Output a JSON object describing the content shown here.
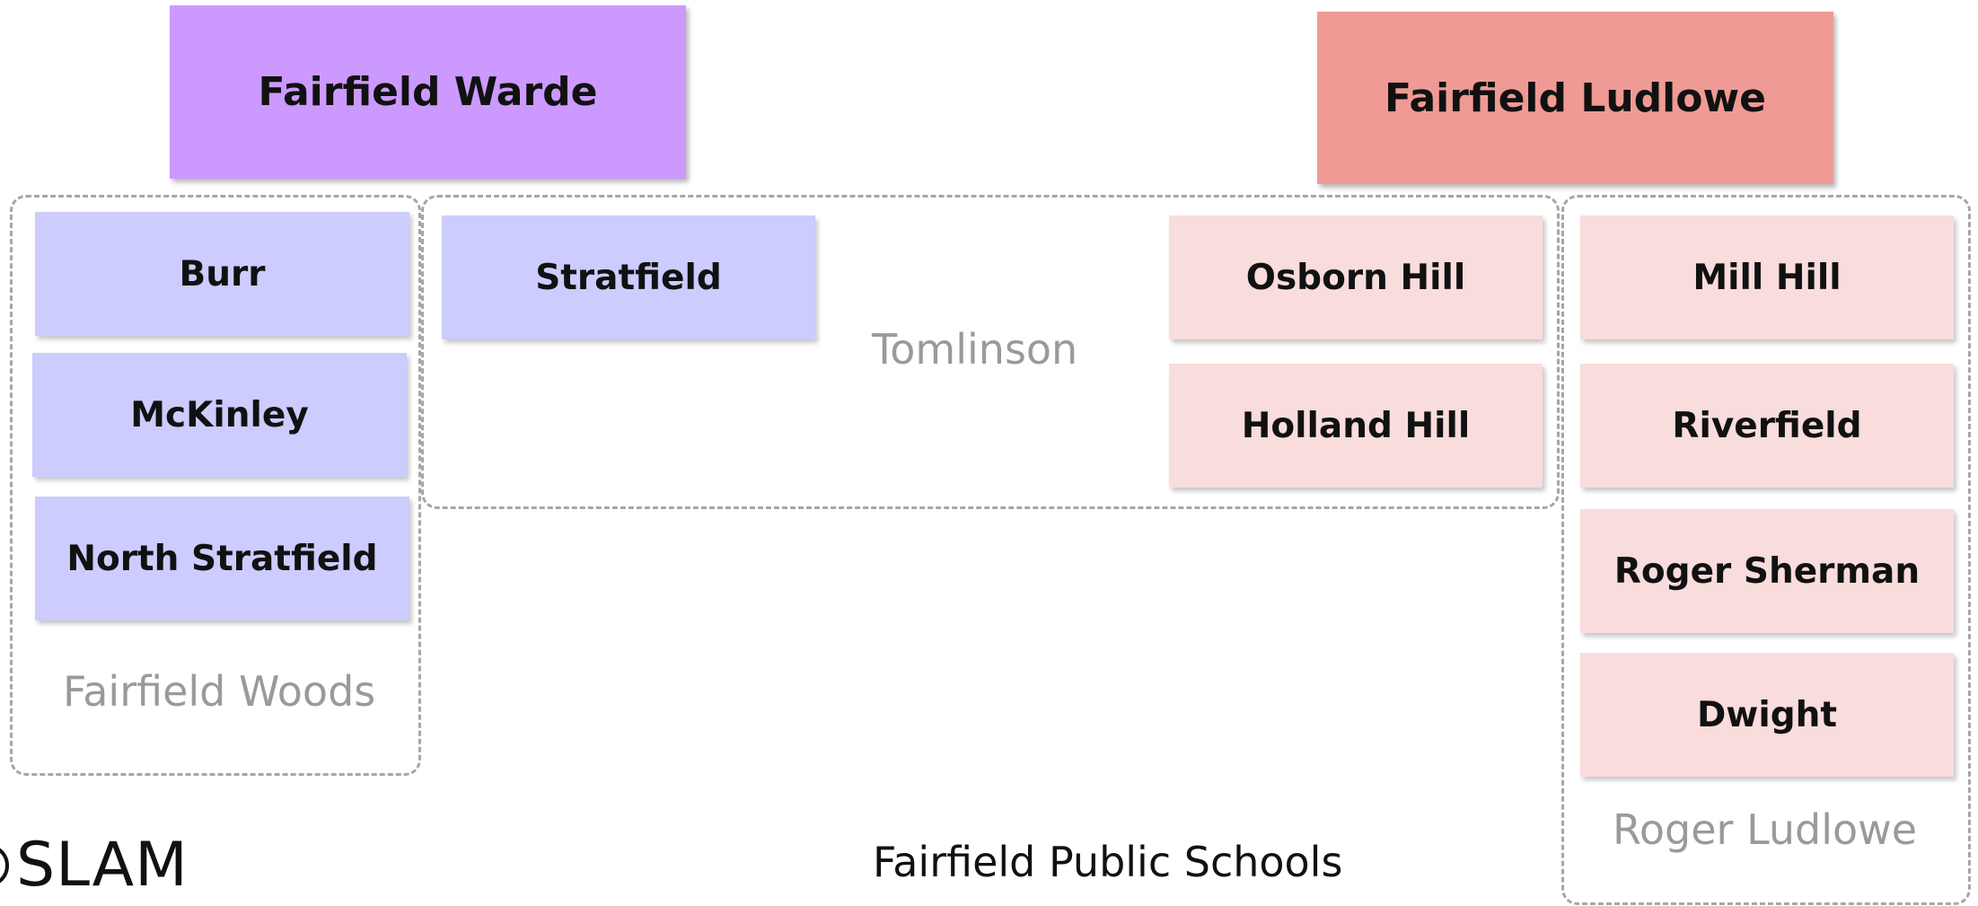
{
  "high_schools": {
    "warde": {
      "label": "Fairfield Warde",
      "color": "#cc99ff"
    },
    "ludlowe": {
      "label": "Fairfield Ludlowe",
      "color": "#ef9a94"
    }
  },
  "middle_schools": {
    "fairfield_woods": "Fairfield Woods",
    "tomlinson": "Tomlinson",
    "roger_ludlowe": "Roger Ludlowe"
  },
  "elementary_schools": {
    "burr": "Burr",
    "mckinley": "McKinley",
    "north_stratfield": "North Stratfield",
    "stratfield": "Stratfield",
    "osborn_hill": "Osborn Hill",
    "holland_hill": "Holland Hill",
    "mill_hill": "Mill Hill",
    "riverfield": "Riverfield",
    "roger_sherman": "Roger Sherman",
    "dwight": "Dwight"
  },
  "colors": {
    "warde_feeder": "#ccccff",
    "ludlowe_feeder": "#f9dcdc",
    "dashed_border": "#a6a6a6",
    "middle_school_label": "#9a9a9a"
  },
  "footer": {
    "logo_text": "SLAM",
    "caption": "Fairfield Public Schools"
  }
}
